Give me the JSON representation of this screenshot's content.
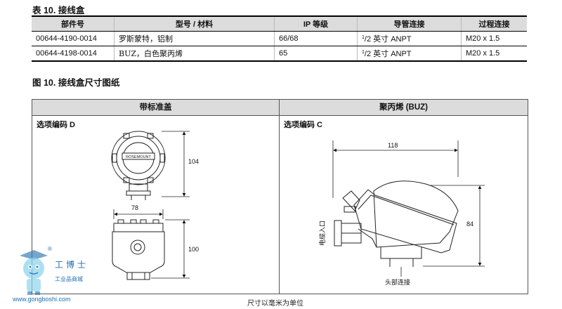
{
  "table": {
    "title": "表 10. 接线盒",
    "headers": [
      "部件号",
      "型号 / 材料",
      "IP 等级",
      "导管连接",
      "过程连接"
    ],
    "rows": [
      {
        "part": "00644-4190-0014",
        "model": "罗斯蒙特，铝制",
        "ip": "66/68",
        "conduit_num": "1",
        "conduit_den": "/2 英寸 ANPT",
        "process": "M20 x 1.5"
      },
      {
        "part": "00644-4198-0014",
        "model": "BUZ，白色聚丙烯",
        "ip": "65",
        "conduit_num": "1",
        "conduit_den": "/2 英寸 ANPT",
        "process": "M20 x 1.5"
      }
    ]
  },
  "figure": {
    "title": "图 10. 接线盒尺寸图纸",
    "left_header": "带标准盖",
    "right_header": "聚丙烯 (BUZ)",
    "left_option": "选项编码 D",
    "right_option": "选项编码 C",
    "dims": {
      "d104": "104",
      "d78": "78",
      "d100": "100",
      "d118": "118",
      "d84": "84"
    },
    "label_cable": "电缆入口",
    "label_head": "头部连接",
    "nameplate": "ROSEMOUNT"
  },
  "caption": "尺寸以毫米为单位",
  "watermark": {
    "brand": "工博士",
    "sub": "工业品商城",
    "url": "www.gongboshi.com",
    "reg": "®"
  }
}
